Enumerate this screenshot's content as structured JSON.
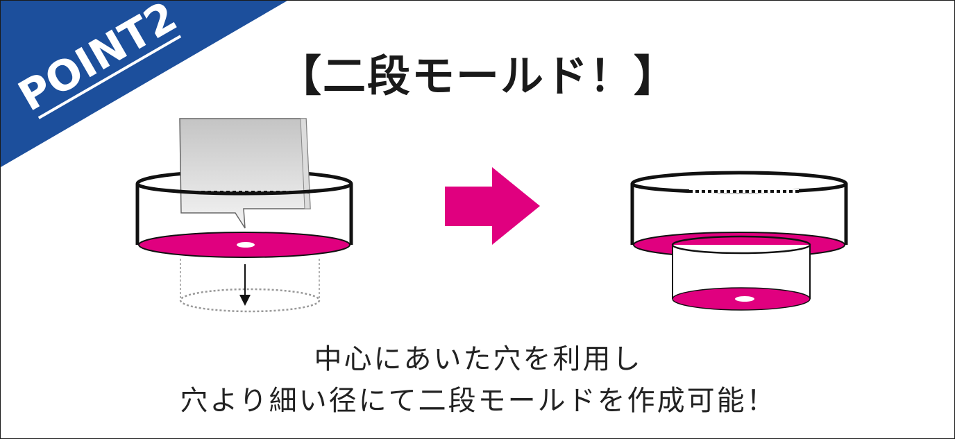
{
  "badge": {
    "text": "POINT2",
    "color": "#1c4f9c"
  },
  "title": "【二段モールド！】",
  "caption": {
    "line1": "中心にあいた穴を利用し",
    "line2": "穴より細い径にて二段モールドを作成可能！"
  },
  "colors": {
    "accent": "#e0007f",
    "outline": "#111111",
    "paper": "#cfcfcf"
  }
}
